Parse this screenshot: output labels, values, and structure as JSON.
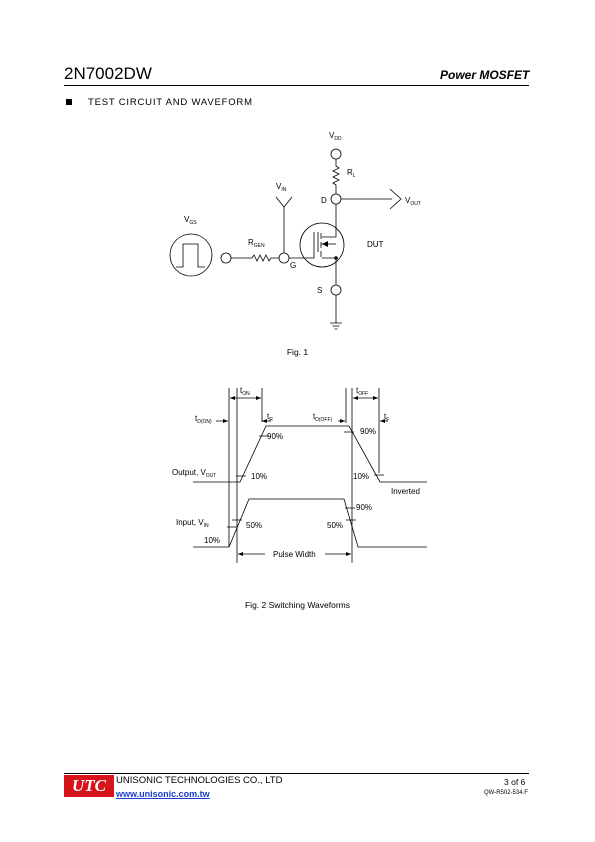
{
  "header": {
    "part_number": "2N7002DW",
    "category": "Power MOSFET"
  },
  "section": {
    "title": "TEST CIRCUIT AND WAVEFORM"
  },
  "fig1": {
    "vdd_main": "V",
    "vdd_sub": "DD",
    "rl_main": "R",
    "rl_sub": "L",
    "vout_main": "V",
    "vout_sub": "OUT",
    "vin_main": "V",
    "vin_sub": "IN",
    "vgs_main": "V",
    "vgs_sub": "GS",
    "rgen_main": "R",
    "rgen_sub": "GEN",
    "d": "D",
    "g": "G",
    "s": "S",
    "dut": "DUT",
    "caption": "Fig. 1"
  },
  "fig2": {
    "ton_main": "t",
    "ton_sub": "ON",
    "toff_main": "t",
    "toff_sub": "OFF",
    "tdon_main": "t",
    "tdon_sub": "D(ON)",
    "tr_main": "t",
    "tr_sub": "R",
    "tdoff_main": "t",
    "tdoff_sub": "D(OFF)",
    "tf_main": "t",
    "tf_sub": "F",
    "p90_1": "90%",
    "p90_2": "90%",
    "p90_3": "90%",
    "p10_1": "10%",
    "p10_2": "10%",
    "p10_3": "10%",
    "p50_1": "50%",
    "p50_2": "50%",
    "output_main": "Output, V",
    "output_sub": "OUT",
    "input_main": "Input, V",
    "input_sub": "IN",
    "inverted": "Inverted",
    "pulse_width": "Pulse Width",
    "caption": "Fig. 2 Switching Waveforms"
  },
  "footer": {
    "logo": "UTC",
    "company": "UNISONIC TECHNOLOGIES CO., LTD",
    "website": "www.unisonic.com.tw",
    "page": "3 of 6",
    "doc_no": "QW-R502-534.F"
  },
  "colors": {
    "logo_red": "#d7131c",
    "link_blue": "#1c3bd0"
  }
}
